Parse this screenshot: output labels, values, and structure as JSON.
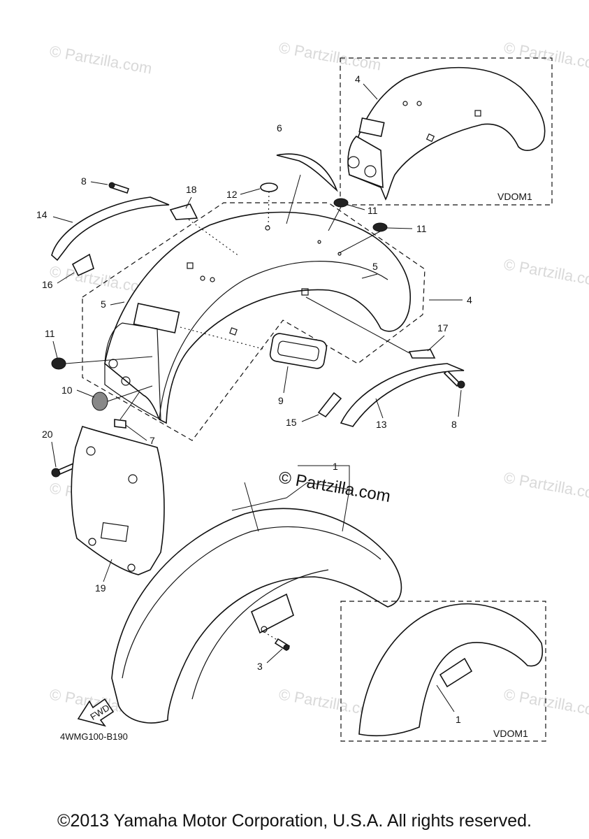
{
  "watermark": "© Partzilla.com",
  "diagram_code": "4WMG100-B190",
  "variant_label": "VDOM1",
  "fwd_label": "FWD",
  "callouts": {
    "c1": "1",
    "c3": "3",
    "c4": "4",
    "c5": "5",
    "c6": "6",
    "c7": "7",
    "c8": "8",
    "c9": "9",
    "c10": "10",
    "c11": "11",
    "c12": "12",
    "c13": "13",
    "c14": "14",
    "c15": "15",
    "c16": "16",
    "c17": "17",
    "c18": "18",
    "c19": "19",
    "c20": "20"
  },
  "copyright": "©2013 Yamaha Motor Corporation, U.S.A. All rights reserved."
}
